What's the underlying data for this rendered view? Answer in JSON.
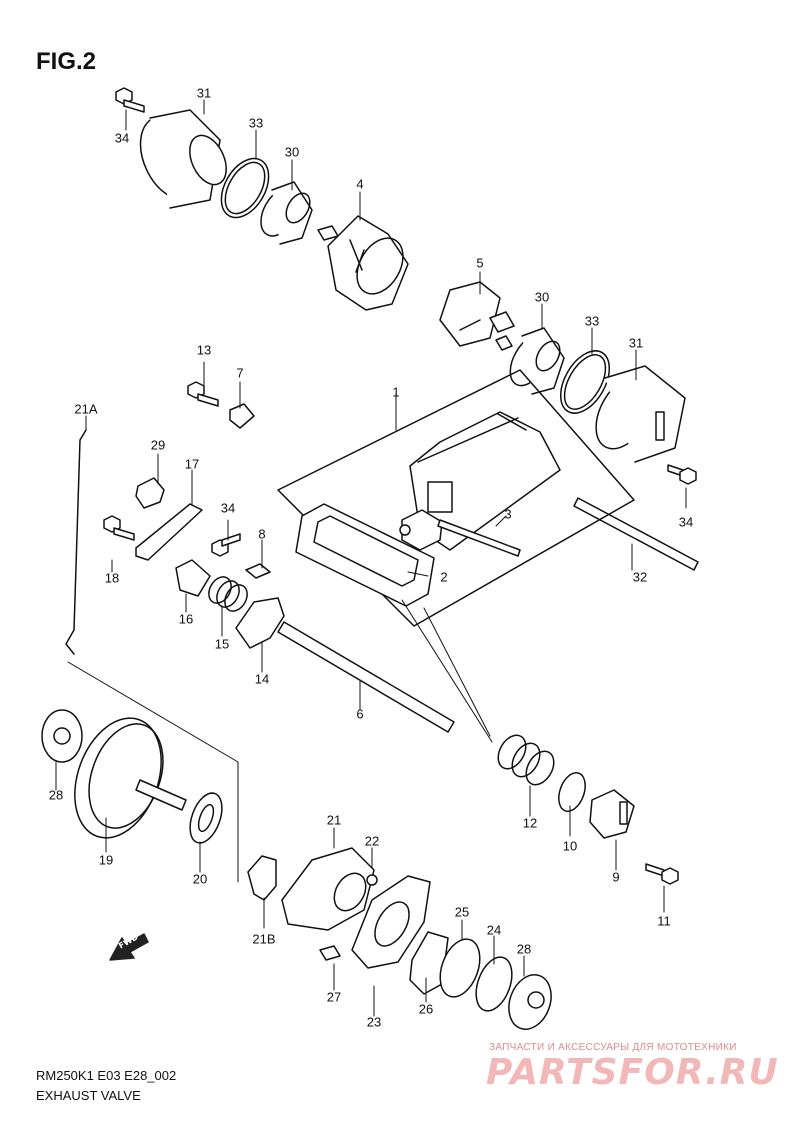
{
  "figure_title": "FIG.2",
  "footer": {
    "model_code": "RM250K1 E03 E28_002",
    "section_name": "EXHAUST VALVE"
  },
  "watermark": {
    "tagline": "ЗАПЧАСТИ И АКСЕССУАРЫ ДЛЯ МОТОТЕХНИКИ",
    "site": "PARTSFOR.RU"
  },
  "direction_arrow": "FWD",
  "callouts": {
    "p1": "1",
    "p2": "2",
    "p3": "3",
    "p4": "4",
    "p5": "5",
    "p6": "6",
    "p7": "7",
    "p8": "8",
    "p9": "9",
    "p10": "10",
    "p11": "11",
    "p12": "12",
    "p13": "13",
    "p14": "14",
    "p15": "15",
    "p16": "16",
    "p17": "17",
    "p18": "18",
    "p19": "19",
    "p20": "20",
    "p21": "21",
    "p21a": "21A",
    "p21b": "21B",
    "p22": "22",
    "p23": "23",
    "p24": "24",
    "p25": "25",
    "p26": "26",
    "p27": "27",
    "p28": "28",
    "p29": "29",
    "p30": "30",
    "p31": "31",
    "p32": "32",
    "p33": "33",
    "p34": "34"
  }
}
